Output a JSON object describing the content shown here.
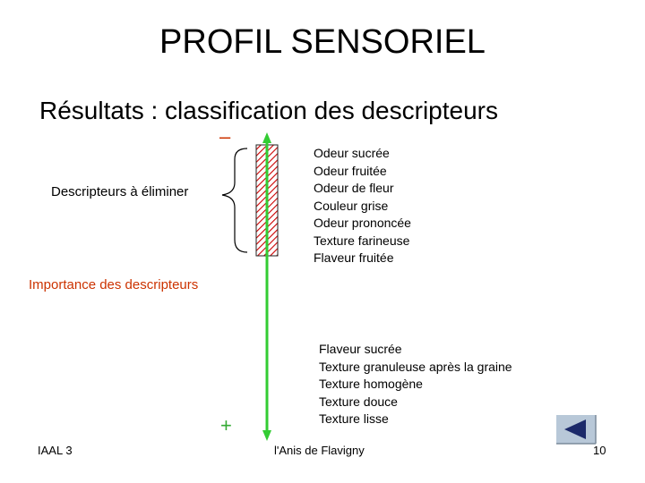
{
  "slide": {
    "title": "PROFIL SENSORIEL",
    "subtitle": "Résultats : classification des descripteurs"
  },
  "diagram": {
    "minus_label": "–",
    "plus_label": "+",
    "left_label": "Descripteurs à éliminer",
    "axis_label": "Importance des descripteurs",
    "top_descriptors": [
      "Odeur sucrée",
      "Odeur fruitée",
      "Odeur de fleur",
      "Couleur grise",
      "Odeur prononcée",
      "Texture farineuse",
      "Flaveur fruitée"
    ],
    "bottom_descriptors": [
      "Flaveur sucrée",
      "Texture granuleuse après la graine",
      "Texture homogène",
      "Texture douce",
      "Texture lisse"
    ],
    "colors": {
      "axis_green": "#33cc33",
      "accent_red": "#cc3300",
      "hatch_red": "#cc0000",
      "button_fill": "#b8c8d8"
    }
  },
  "footer": {
    "left": "IAAL 3",
    "center": "l'Anis de Flavigny",
    "page_number": "10"
  },
  "navigation": {
    "back_icon": "triangle-left-icon"
  }
}
